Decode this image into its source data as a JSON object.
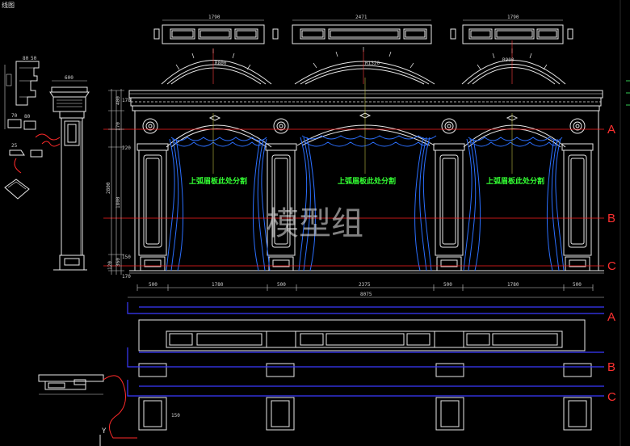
{
  "drawing": {
    "tab_label": "线图",
    "watermark": "模型组",
    "ucs_axis": "Y",
    "notes": [
      "上弧眉板此处分割",
      "上弧眉板此处分割",
      "上弧眉板此处分割"
    ],
    "axis_labels": [
      "A",
      "B",
      "C",
      "A",
      "B",
      "C"
    ],
    "top_panel_dims": [
      "1790",
      "2471",
      "1790"
    ],
    "arch_dims": [
      "R800",
      "R1320",
      "R900"
    ],
    "bottom_dims": [
      "500",
      "1780",
      "500",
      "2375",
      "500",
      "1780",
      "500"
    ],
    "overall_width": "8075",
    "left_dims": [
      "2800",
      "400",
      "170",
      "1800",
      "360",
      "120"
    ],
    "inner_dims": [
      "178",
      "220",
      "150",
      "170"
    ],
    "side_section_dims": [
      "600"
    ],
    "profile_dims": [
      "80",
      "50",
      "70",
      "80",
      "25"
    ],
    "lower_section_dim": "150"
  },
  "colors": {
    "line": "#e8e8e8",
    "red_line": "#ff2020",
    "blue_line": "#3a3aff",
    "curtain": "#2b6fff",
    "note": "#33ff33",
    "dim": "#cfcfcf",
    "section_red": "#ff2a2a"
  }
}
